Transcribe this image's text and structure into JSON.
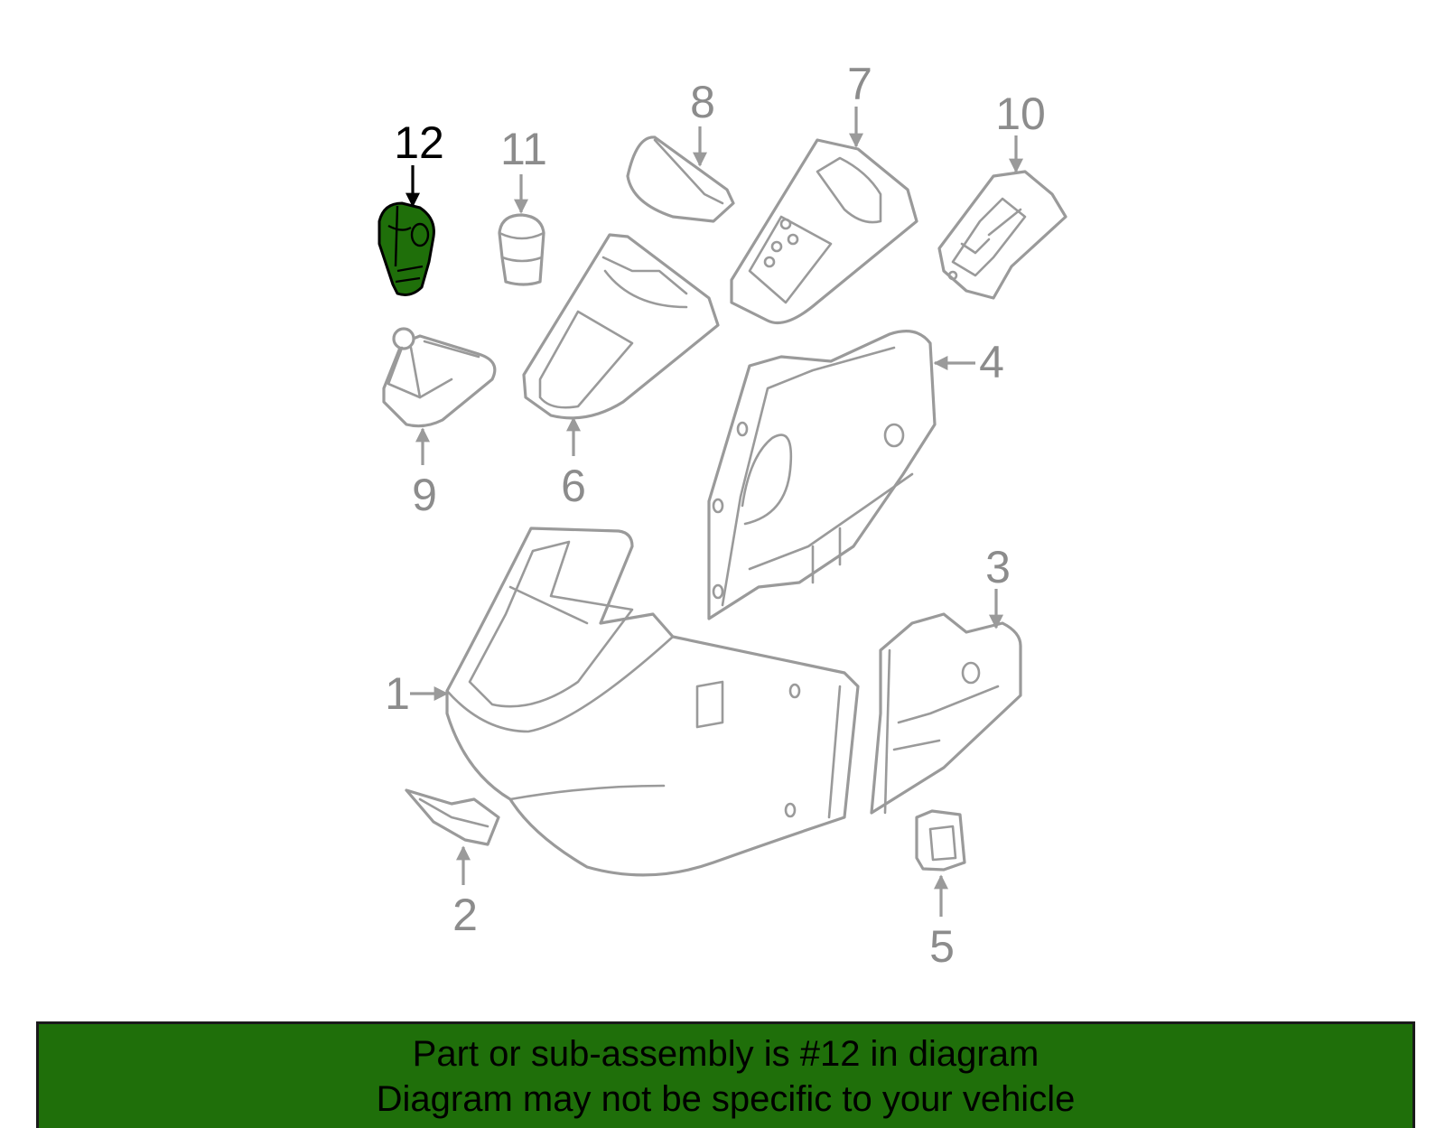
{
  "callouts": {
    "c1": "1",
    "c2": "2",
    "c3": "3",
    "c4": "4",
    "c5": "5",
    "c6": "6",
    "c7": "7",
    "c8": "8",
    "c9": "9",
    "c10": "10",
    "c11": "11",
    "c12": "12"
  },
  "highlight_color": "#1f6f0a",
  "banner": {
    "line1": "Part or sub-assembly is #12 in diagram",
    "line2": "Diagram may not be specific to your vehicle",
    "background": "#1f6f0a"
  }
}
